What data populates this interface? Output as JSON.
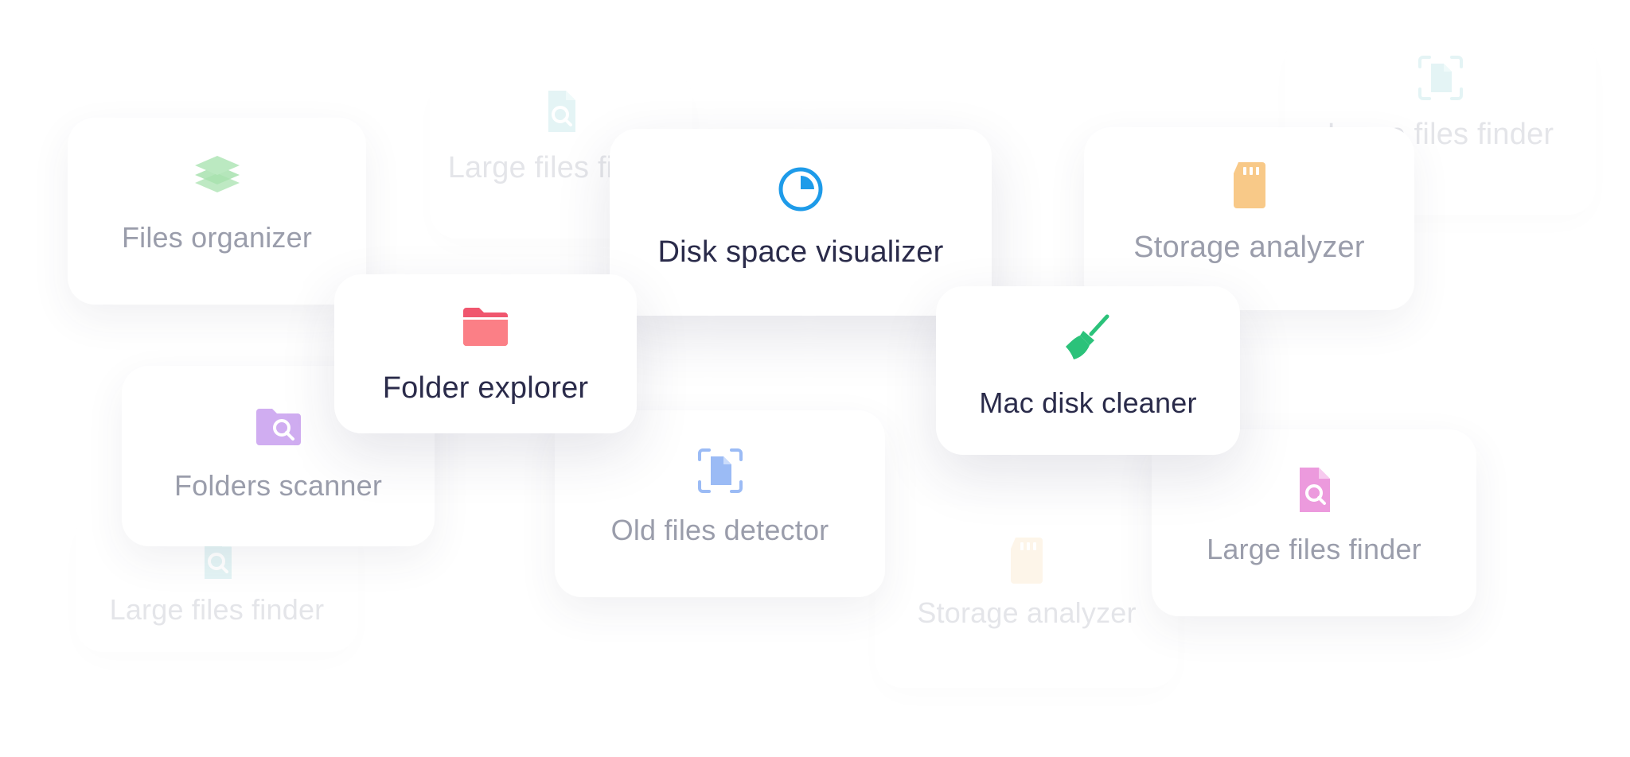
{
  "cards": {
    "files_organizer": {
      "label": "Files organizer",
      "icon": "layers-icon",
      "color": "#6fcf7a"
    },
    "large_files_finder_top_center": {
      "label": "Large files finder",
      "icon": "file-search-icon",
      "color": "#5bc0c6"
    },
    "disk_space_visualizer": {
      "label": "Disk space visualizer",
      "icon": "pie-chart-icon",
      "color": "#1e9be9"
    },
    "storage_analyzer": {
      "label": "Storage analyzer",
      "icon": "sd-card-icon",
      "color": "#f4a63a"
    },
    "large_files_finder_top_right": {
      "label": "Large files finder",
      "icon": "file-scan-icon",
      "color": "#5bc0c6"
    },
    "folder_explorer": {
      "label": "Folder explorer",
      "icon": "folder-icon",
      "color": "#f0566e"
    },
    "mac_disk_cleaner": {
      "label": "Mac disk cleaner",
      "icon": "broom-icon",
      "color": "#2bc27a"
    },
    "folders_scanner": {
      "label": "Folders scanner",
      "icon": "folder-search-icon",
      "color": "#b277e8"
    },
    "old_files_detector": {
      "label": "Old files detector",
      "icon": "file-scan-icon",
      "color": "#5a8ff0"
    },
    "large_files_finder_right": {
      "label": "Large files finder",
      "icon": "file-search-icon",
      "color": "#e058c8"
    },
    "large_files_finder_bottom_left": {
      "label": "Large files finder",
      "icon": "file-search-icon",
      "color": "#5bc0c6"
    },
    "storage_analyzer_bottom": {
      "label": "Storage analyzer",
      "icon": "sd-card-icon",
      "color": "#f4c47a"
    }
  }
}
